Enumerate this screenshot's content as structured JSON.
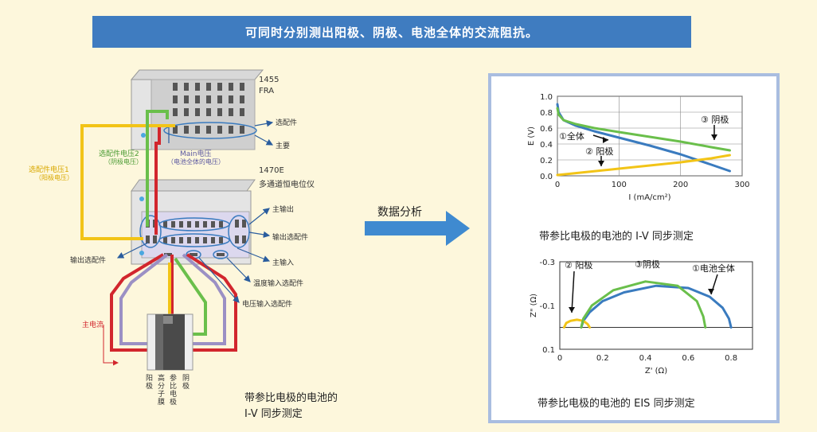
{
  "banner": {
    "title": "可同时分别测出阳极、阴极、电池全体的交流阻抗。"
  },
  "diagram": {
    "fra_model": "1455",
    "fra_name": "FRA",
    "fra_option": "选配件",
    "fra_main": "主要",
    "pot_model": "1470E",
    "pot_name": "多通道恒电位仪",
    "main_output": "主输出",
    "output_option": "输出选配件",
    "main_input": "主输入",
    "temp_input": "温度输入选配件",
    "voltage_input": "电压输入选配件",
    "output_option_left": "输出选配件",
    "opt_v2": "选配件电压2",
    "opt_v2_sub": "（阴极电压）",
    "opt_v1": "选配件电压1",
    "opt_v1_sub": "（阳极电压）",
    "main_v": "Main电压",
    "main_v_sub": "（电池全体的电压）",
    "main_current": "主电流",
    "cell_anode": "阳极",
    "cell_membrane": "高分子膜",
    "cell_ref": "参比电极",
    "cell_cathode": "阴极",
    "caption_left_1": "带参比电极的电池的",
    "caption_left_2": "I-V 同步测定",
    "arrow_label": "数据分析"
  },
  "captions": {
    "iv": "带参比电极的电池的 I-V 同步测定",
    "eis": "带参比电极的电池的 EIS 同步测定"
  },
  "colors": {
    "banner": "#3f7cc0",
    "anode": "#f2c417",
    "cathode": "#6abf4b",
    "whole": "#3a7bbf",
    "current": "#d2262d"
  },
  "chart_data": [
    {
      "type": "line",
      "title": "",
      "xlabel": "I (mA/cm²)",
      "ylabel": "E (V)",
      "xlim": [
        0,
        300
      ],
      "ylim": [
        0.0,
        1.0
      ],
      "xticks": [
        "0",
        "100",
        "200",
        "300"
      ],
      "yticks": [
        "0.0",
        "0.2",
        "0.4",
        "0.6",
        "0.8",
        "1.0"
      ],
      "grid": true,
      "series": [
        {
          "name": "①全体",
          "color": "#3a7bbf",
          "x": [
            0,
            2,
            10,
            30,
            60,
            100,
            150,
            200,
            250,
            280
          ],
          "y": [
            0.9,
            0.8,
            0.7,
            0.63,
            0.56,
            0.48,
            0.38,
            0.27,
            0.14,
            0.06
          ]
        },
        {
          "name": "② 阳极",
          "color": "#f2c417",
          "x": [
            0,
            50,
            100,
            150,
            200,
            250,
            280
          ],
          "y": [
            0.01,
            0.05,
            0.09,
            0.13,
            0.17,
            0.22,
            0.26
          ]
        },
        {
          "name": "③ 阴极",
          "color": "#6abf4b",
          "x": [
            0,
            2,
            10,
            30,
            60,
            100,
            150,
            200,
            250,
            280
          ],
          "y": [
            0.85,
            0.77,
            0.7,
            0.65,
            0.6,
            0.55,
            0.49,
            0.43,
            0.36,
            0.32
          ]
        }
      ]
    },
    {
      "type": "line",
      "title": "",
      "xlabel": "Z' (Ω)",
      "ylabel": "Z\" (Ω)",
      "xlim": [
        0,
        0.9
      ],
      "ylim": [
        0.1,
        -0.3
      ],
      "xticks": [
        "0",
        "0.2",
        "0.4",
        "0.6",
        "0.8"
      ],
      "yticks": [
        "-0.3",
        "-0.1",
        "0.1"
      ],
      "series": [
        {
          "name": "①电池全体",
          "color": "#3a7bbf",
          "x": [
            0.1,
            0.11,
            0.14,
            0.2,
            0.3,
            0.45,
            0.6,
            0.7,
            0.76,
            0.79,
            0.8
          ],
          "y": [
            0.0,
            -0.03,
            -0.07,
            -0.12,
            -0.16,
            -0.19,
            -0.18,
            -0.14,
            -0.09,
            -0.04,
            0.0
          ]
        },
        {
          "name": "② 阳极",
          "color": "#f2c417",
          "x": [
            0.02,
            0.03,
            0.05,
            0.08,
            0.11,
            0.13,
            0.14
          ],
          "y": [
            0.0,
            -0.02,
            -0.03,
            -0.035,
            -0.03,
            -0.015,
            0.0
          ]
        },
        {
          "name": "③阴极",
          "color": "#6abf4b",
          "x": [
            0.1,
            0.11,
            0.15,
            0.25,
            0.4,
            0.55,
            0.64,
            0.67,
            0.68
          ],
          "y": [
            0.0,
            -0.04,
            -0.1,
            -0.17,
            -0.21,
            -0.19,
            -0.12,
            -0.05,
            0.0
          ]
        }
      ]
    }
  ]
}
